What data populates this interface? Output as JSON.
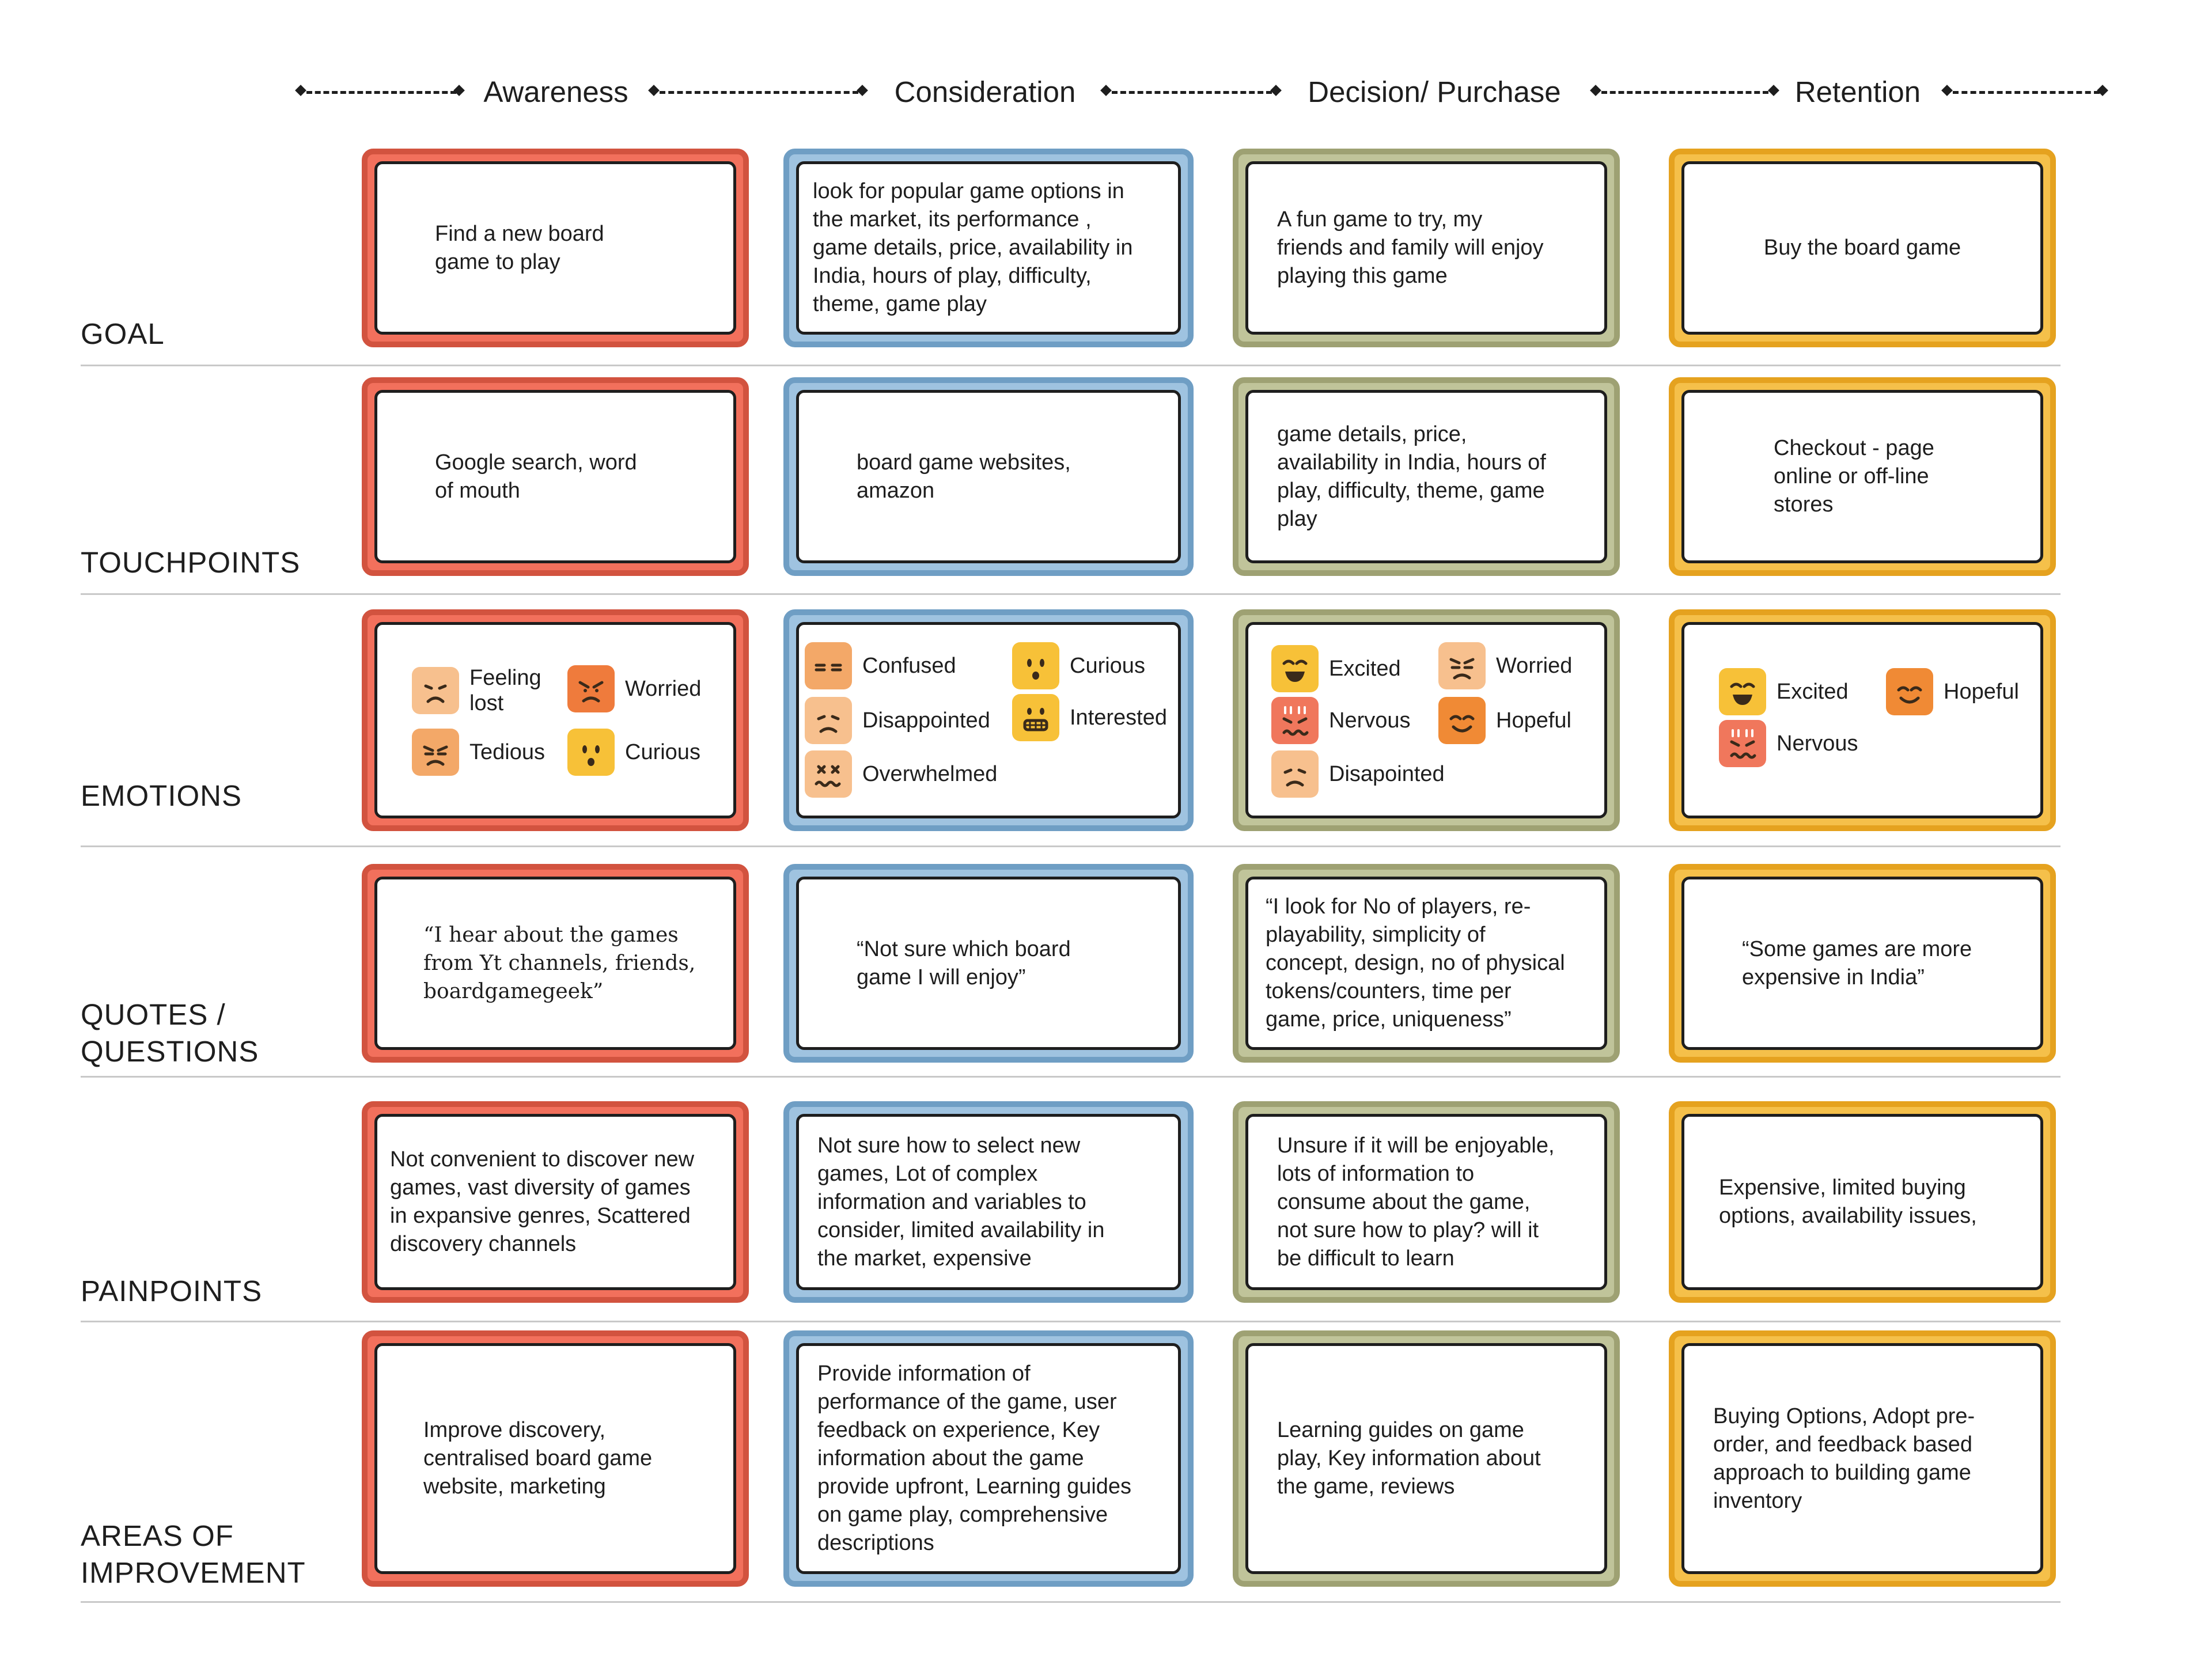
{
  "stages": [
    "Awareness",
    "Consideration",
    "Decision/ Purchase",
    "Retention"
  ],
  "rows": [
    {
      "label": "GOAL",
      "cards": [
        "Find a new board\ngame to play",
        "look for popular game options in\nthe market, its performance ,\ngame details, price, availability in\nIndia, hours of play, difficulty,\ntheme, game play",
        "A fun game  to try, my\nfriends and family will enjoy\nplaying this game",
        "Buy the board game"
      ]
    },
    {
      "label": "TOUCHPOINTS",
      "cards": [
        "Google search, word\nof mouth",
        "board game websites,\namazon",
        "game details, price,\navailability in India, hours of\nplay, difficulty, theme, game\nplay",
        "Checkout - page\nonline or off-line\nstores"
      ]
    },
    {
      "label": "EMOTIONS",
      "emotions": [
        [
          {
            "label": "Feeling\nlost",
            "icon": "sad-face-icon",
            "color": "#f7c08e"
          },
          {
            "label": "Worried",
            "icon": "angry-face-icon",
            "color": "#ef7b3c"
          },
          {
            "label": "Tedious",
            "icon": "frustrated-face-icon",
            "color": "#f3a868"
          },
          {
            "label": "Curious",
            "icon": "curious-face-icon",
            "color": "#f7c138"
          }
        ],
        [
          {
            "label": "Confused",
            "icon": "confused-face-icon",
            "color": "#f3a868"
          },
          {
            "label": "Curious",
            "icon": "curious-face-icon",
            "color": "#f7c138"
          },
          {
            "label": "Disappointed",
            "icon": "disappointed-face-icon",
            "color": "#f7c08e"
          },
          {
            "label": "Interested",
            "icon": "grimace-face-icon",
            "color": "#f7c138"
          },
          {
            "label": "Overwhelmed",
            "icon": "dizzy-face-icon",
            "color": "#f7c08e"
          }
        ],
        [
          {
            "label": "Excited",
            "icon": "excited-face-icon",
            "color": "#f7c138"
          },
          {
            "label": "Worried",
            "icon": "worried-face-icon",
            "color": "#f7c08e"
          },
          {
            "label": "Nervous",
            "icon": "nervous-face-icon",
            "color": "#f0775c"
          },
          {
            "label": "Hopeful",
            "icon": "hopeful-face-icon",
            "color": "#f08a35"
          },
          {
            "label": "Disapointed",
            "icon": "disappointed-face-icon",
            "color": "#f7c08e"
          }
        ],
        [
          {
            "label": "Excited",
            "icon": "excited-face-icon",
            "color": "#f7c138"
          },
          {
            "label": "Hopeful",
            "icon": "hopeful-face-icon",
            "color": "#f08a35"
          },
          {
            "label": "Nervous",
            "icon": "nervous-face-icon",
            "color": "#f0775c"
          }
        ]
      ]
    },
    {
      "label": "QUOTES /\nQUESTIONS",
      "cards": [
        "“I hear about the games\nfrom Yt channels, friends,\nboardgamegeek”",
        "“Not sure which board\ngame I will enjoy”",
        "“I look for No of players, re-\nplayability, simplicity of\nconcept, design, no of physical\ntokens/counters, time per\ngame, price, uniqueness”",
        "“Some games are more\nexpensive in India”"
      ]
    },
    {
      "label": "PAINPOINTS",
      "cards": [
        "Not convenient to discover new\ngames, vast diversity of games\nin expansive genres, Scattered\ndiscovery channels",
        "Not sure how to select new\ngames, Lot of complex\ninformation and variables to\nconsider, limited availability in\nthe market, expensive",
        "Unsure if it will be enjoyable,\nlots of information to\nconsume about the game,\nnot sure how to play? will it\nbe difficult to learn",
        "Expensive, limited buying\noptions, availability issues,"
      ]
    },
    {
      "label": "AREAS OF\nIMPROVEMENT",
      "cards": [
        "Improve discovery,\ncentralised board game\nwebsite, marketing",
        "Provide information of\nperformance of the game, user\nfeedback on experience, Key\ninformation about the game\nprovide upfront, Learning guides\non game play, comprehensive\ndescriptions",
        "Learning guides on game\nplay, Key information about\nthe game, reviews",
        "Buying Options, Adopt pre-\norder, and feedback based\napproach to building game\ninventory"
      ]
    }
  ]
}
